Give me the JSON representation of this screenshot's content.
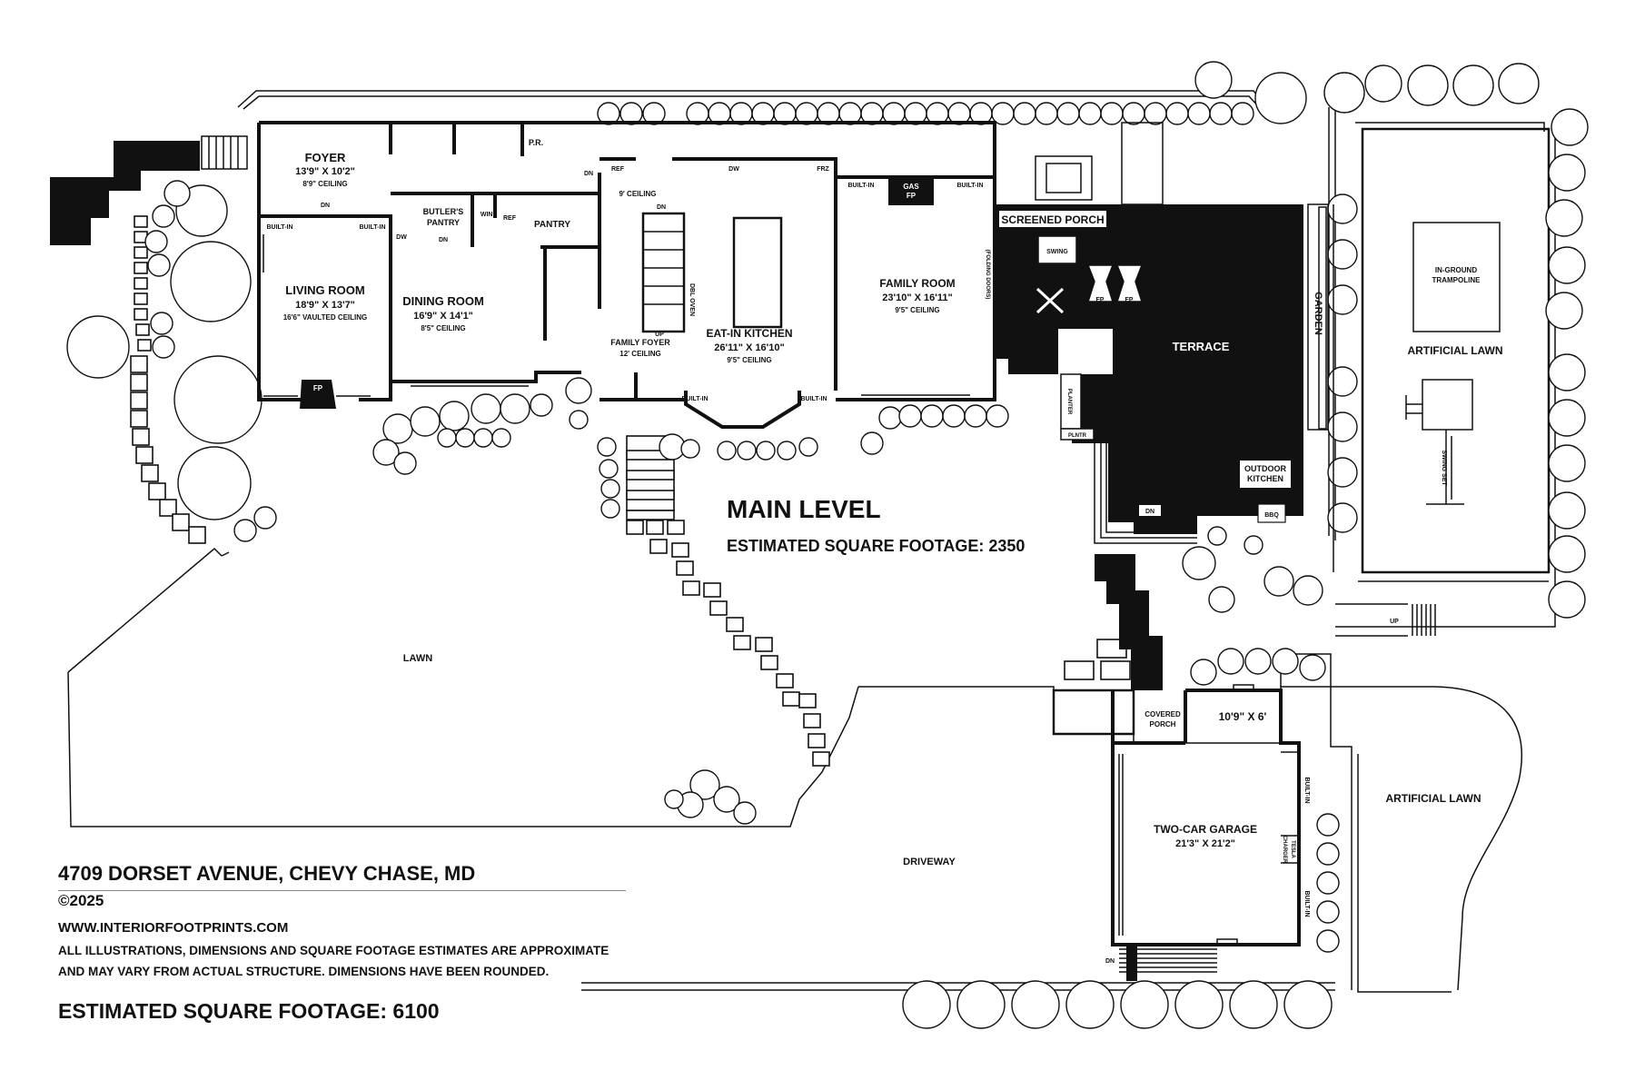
{
  "rooms": {
    "foyer": {
      "name": "FOYER",
      "dims": "13'9\" X 10'2\"",
      "ceiling": "8'9\" CEILING"
    },
    "powder_room": {
      "name": "P.R."
    },
    "butlers_pantry": {
      "name_line1": "BUTLER'S",
      "name_line2": "PANTRY"
    },
    "pantry": {
      "name": "PANTRY"
    },
    "living_room": {
      "name": "LIVING ROOM",
      "dims": "18'9\" X 13'7\"",
      "ceiling": "16'6\" VAULTED CEILING"
    },
    "dining_room": {
      "name": "DINING ROOM",
      "dims": "16'9\" X 14'1\"",
      "ceiling": "8'5\" CEILING"
    },
    "family_foyer": {
      "name": "FAMILY FOYER",
      "ceiling": "12' CEILING"
    },
    "eat_in_kitchen": {
      "name": "EAT-IN KITCHEN",
      "dims": "26'11\" X 16'10\"",
      "ceiling": "9'5\" CEILING"
    },
    "family_room": {
      "name": "FAMILY ROOM",
      "dims": "23'10\" X 16'11\"",
      "ceiling": "9'5\" CEILING"
    },
    "screened_porch": {
      "name": "SCREENED PORCH"
    },
    "terrace": {
      "name": "TERRACE"
    },
    "garden": {
      "name": "GARDEN"
    },
    "outdoor_kitchen": {
      "name_line1": "OUTDOOR",
      "name_line2": "KITCHEN"
    },
    "artificial_lawn_rear": {
      "name": "ARTIFICIAL LAWN"
    },
    "artificial_lawn_side": {
      "name": "ARTIFICIAL LAWN"
    },
    "trampoline": {
      "name_line1": "IN-GROUND",
      "name_line2": "TRAMPOLINE"
    },
    "swing_set": {
      "name": "SWING SET"
    },
    "lawn": {
      "name": "LAWN"
    },
    "driveway": {
      "name": "DRIVEWAY"
    },
    "covered_porch": {
      "name_line1": "COVERED",
      "name_line2": "PORCH",
      "dims": "10'9\" X 6'"
    },
    "garage": {
      "name": "TWO-CAR GARAGE",
      "dims": "21'3\" X 21'2\""
    }
  },
  "fixtures": {
    "built_in": "BUILT-IN",
    "fp": "FP",
    "gas_fp_line1": "GAS",
    "gas_fp_line2": "FP",
    "ref": "REF",
    "frz": "FRZ",
    "dw": "DW",
    "wine": "WINE",
    "dbl_oven": "DBL OVEN",
    "dn": "DN",
    "up": "UP",
    "nine_ceiling": "9' CEILING",
    "folding_doors": "(FOLDING DOORS)",
    "swing": "SWING",
    "planter": "PLANTER",
    "plntr": "PLNTR",
    "bbq": "BBQ",
    "tesla_charger_line1": "TESLA",
    "tesla_charger_line2": "CHARGER"
  },
  "level": {
    "title": "MAIN LEVEL",
    "sqft": "ESTIMATED SQUARE FOOTAGE: 2350"
  },
  "info": {
    "address": "4709 DORSET AVENUE, CHEVY CHASE, MD",
    "copyright": "©2025",
    "website": "WWW.INTERIORFOOTPRINTS.COM",
    "disclaimer_line1": "ALL ILLUSTRATIONS, DIMENSIONS AND SQUARE FOOTAGE ESTIMATES ARE APPROXIMATE",
    "disclaimer_line2": "AND MAY VARY FROM ACTUAL STRUCTURE. DIMENSIONS HAVE BEEN ROUNDED.",
    "total_sqft": "ESTIMATED SQUARE FOOTAGE: 6100"
  }
}
